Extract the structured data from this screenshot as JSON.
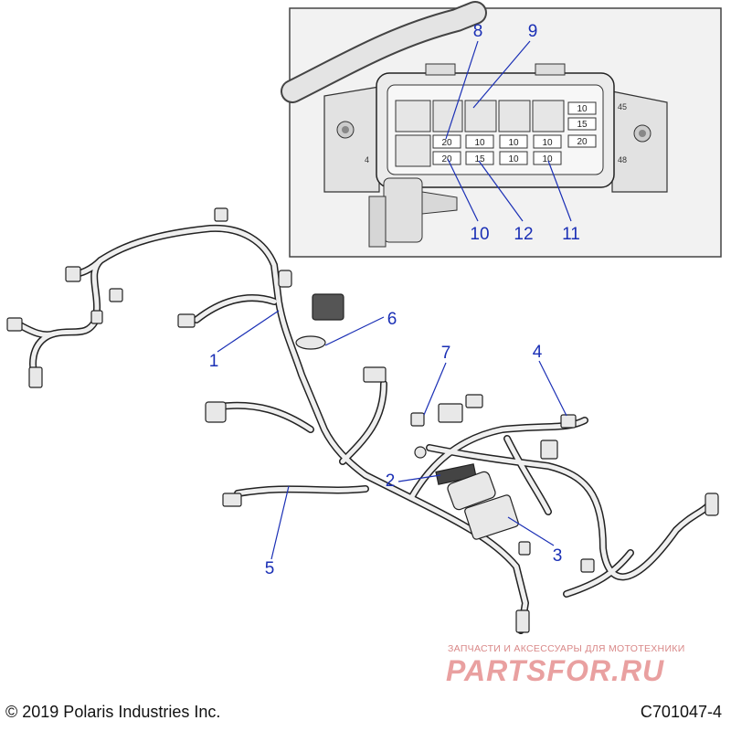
{
  "inset": {
    "callouts": [
      "8",
      "9",
      "10",
      "11",
      "12"
    ],
    "fuses": {
      "left_top": "20",
      "left_bottom": "20",
      "mid_top": [
        "10",
        "10",
        "10"
      ],
      "mid_bottom": [
        "15",
        "10",
        "10"
      ],
      "right_column": [
        "10",
        "15",
        "20"
      ]
    },
    "pins": {
      "left": "4",
      "right_top": "45",
      "right_bottom": "48"
    }
  },
  "main": {
    "callouts": [
      "1",
      "2",
      "3",
      "4",
      "5",
      "6",
      "7"
    ]
  },
  "footer": {
    "copyright": "© 2019 Polaris Industries Inc.",
    "figure_id": "C701047-4"
  },
  "watermark": {
    "tagline": "ЗАПЧАСТИ И АКСЕССУАРЫ ДЛЯ МОТОТЕХНИКИ",
    "brand": "PARTSFOR.RU"
  },
  "colors": {
    "callout": "#1a2fb5",
    "harness_fill": "#efefef",
    "line": "#222222"
  }
}
